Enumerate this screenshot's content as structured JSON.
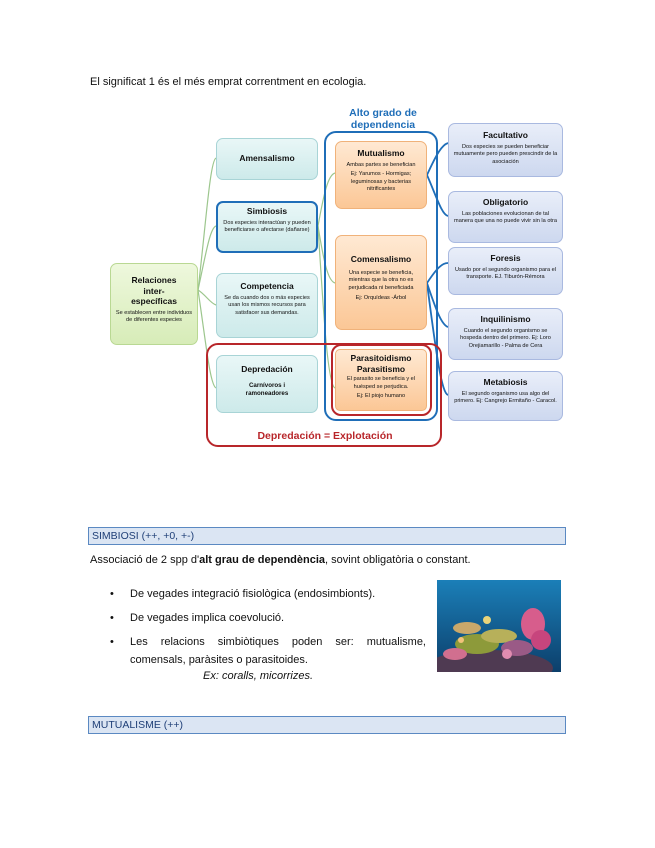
{
  "intro_text": "El significat 1 és el més emprat correntment en ecologia.",
  "diagram": {
    "caption_top": "Alto grado de dependencia",
    "caption_bottom": "Depredación = Explotación",
    "root": {
      "title": "Relaciones inter-específicas",
      "desc": "Se establecen entre individuos de diferentes especies"
    },
    "amensalismo": {
      "title": "Amensalismo"
    },
    "simbiosis": {
      "title": "Simbiosis",
      "desc": "Dos especies interactúan y pueden beneficiarse o afectarse (dañarse)"
    },
    "competencia": {
      "title": "Competencia",
      "desc": "Se da cuando dos o más especies usan los mismos recursos para satisfacer sus demandas."
    },
    "depredacion": {
      "title": "Depredación",
      "desc": "Carnívoros i ramoneadores"
    },
    "mutualismo": {
      "title": "Mutualismo",
      "desc": "Ambas partes se benefician",
      "example": "Ej: Yarumos - Hormigas; leguminosas y bacterias nitrificantes"
    },
    "comensalismo": {
      "title": "Comensalismo",
      "desc": "Una especie se beneficia, mientras que la otra no es perjudicada ni beneficiada",
      "example": "Ej: Orquídeas -Árbol"
    },
    "parasitismo": {
      "title": "Parasitoidismo Parasitismo",
      "desc": "El parasito se beneficia y el huésped se perjudica.",
      "example": "Ej: El piojo humano"
    },
    "facultativo": {
      "title": "Facultativo",
      "desc": "Dos especies se pueden beneficiar mutuamente pero pueden prescindir de la asociación"
    },
    "obligatorio": {
      "title": "Obligatorio",
      "desc": "Las poblaciones evolucionan de tal manera que una no puede vivir sin la otra"
    },
    "foresis": {
      "title": "Foresis",
      "desc": "Usado por el segundo organismo para el transporte. EJ. Tiburón-Rémora"
    },
    "inquilinismo": {
      "title": "Inquilinismo",
      "desc": "Cuando el segundo organismo se hospeda dentro del primero. Ej: Loro Orejiamarillo - Palma de Cera"
    },
    "metabiosis": {
      "title": "Metabiosis",
      "desc": "El segundo organismo usa algo del primero. Ej: Cangrejo Ermitaño - Caracol."
    }
  },
  "simbiosi": {
    "header": "SIMBIOSI (++, +0, +-)",
    "intro_before": "Associació de 2 spp d'",
    "intro_bold": "alt grau de dependència",
    "intro_after": ", sovint obligatòria o constant.",
    "bullets": [
      "De vegades integració fisiològica (endosimbionts).",
      "De vegades implica coevolució.",
      "Les relacions simbiòtiques poden ser: mutualisme, comensals, paràsites o parasitoides."
    ],
    "example": "Ex: coralls, micorrizes."
  },
  "mutualisme": {
    "header": "MUTUALISME (++)"
  },
  "colors": {
    "frame_blue": "#1f6eb8",
    "frame_red": "#b8262a",
    "header_bg": "#dbe5f3",
    "header_text": "#1f3f77"
  },
  "icons": {
    "coral_photo": "coral-reef-photo"
  }
}
